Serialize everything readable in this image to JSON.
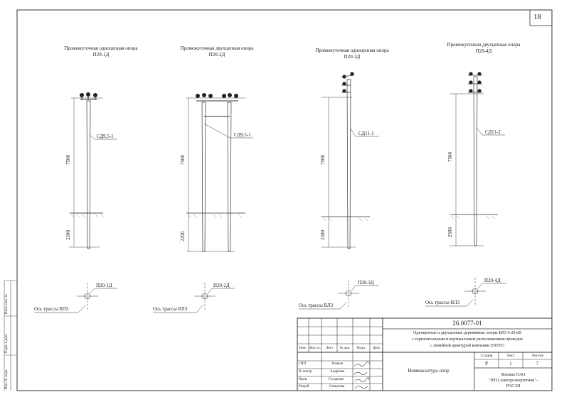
{
  "sheet": {
    "sheet_number": "18",
    "doc_code": "26.0077-01",
    "title_lines": [
      "Одноцепные и двухцепные деревянные опоры ВЛЗ 6-20 кВ",
      "с горизонтальным и вертикальным расположением проводов",
      "с линейной арматурой компании ENSTO"
    ],
    "content_title": "Номенклатура опор",
    "org": [
      "Филиал ОАО",
      "\"НТЦ электроэнергетики\"-",
      "РОСЭП"
    ]
  },
  "poles": [
    {
      "title1": "Промежуточная одноцепная опора",
      "title2": "П20-1Д",
      "support": "СД9,5-1",
      "dim_upper": "7500",
      "dim_lower": "2200",
      "plan_label": "П20-1Д",
      "axis_label": "Ось трассы ВЛЗ"
    },
    {
      "title1": "Промежуточная двухцепная опора",
      "title2": "П20-2Д",
      "support": "СД9,5-1",
      "dim_upper": "7500",
      "dim_lower": "2200",
      "plan_label": "П20-2Д",
      "axis_label": "Ось трассы ВЛЗ"
    },
    {
      "title1": "Промежуточная одноцепная опора",
      "title2": "П20-3Д",
      "support": "СД11-1",
      "dim_upper": "7500",
      "dim_lower": "2500",
      "plan_label": "П20-3Д",
      "axis_label": "Ось трассы ВЛЗ"
    },
    {
      "title1": "Промежуточная двухцепная опора",
      "title2": "П20-4Д",
      "support": "СД11-2",
      "dim_upper": "7500",
      "dim_lower": "2500",
      "plan_label": "П20-4Д",
      "axis_label": "Ось трассы ВЛЗ"
    }
  ],
  "stamp": {
    "headers": [
      "Изм.",
      "Кол.уч.",
      "Лист",
      "№ док.",
      "Подп.",
      "Дата"
    ],
    "roles": [
      "ГИП",
      "Н. контр.",
      "Пров.",
      "Разраб."
    ],
    "names": [
      "Ушаков",
      "Андреева",
      "Гусаренко",
      "Смирнова"
    ],
    "stage_header": "Стадия",
    "sheet_header": "Лист",
    "sheets_header": "Листов",
    "stage": "Р",
    "sheet": "1",
    "sheets": "7"
  },
  "side_stamp": {
    "labels": [
      "Инв. № подл.",
      "Подп. и дата",
      "Взам. инв. №"
    ]
  }
}
